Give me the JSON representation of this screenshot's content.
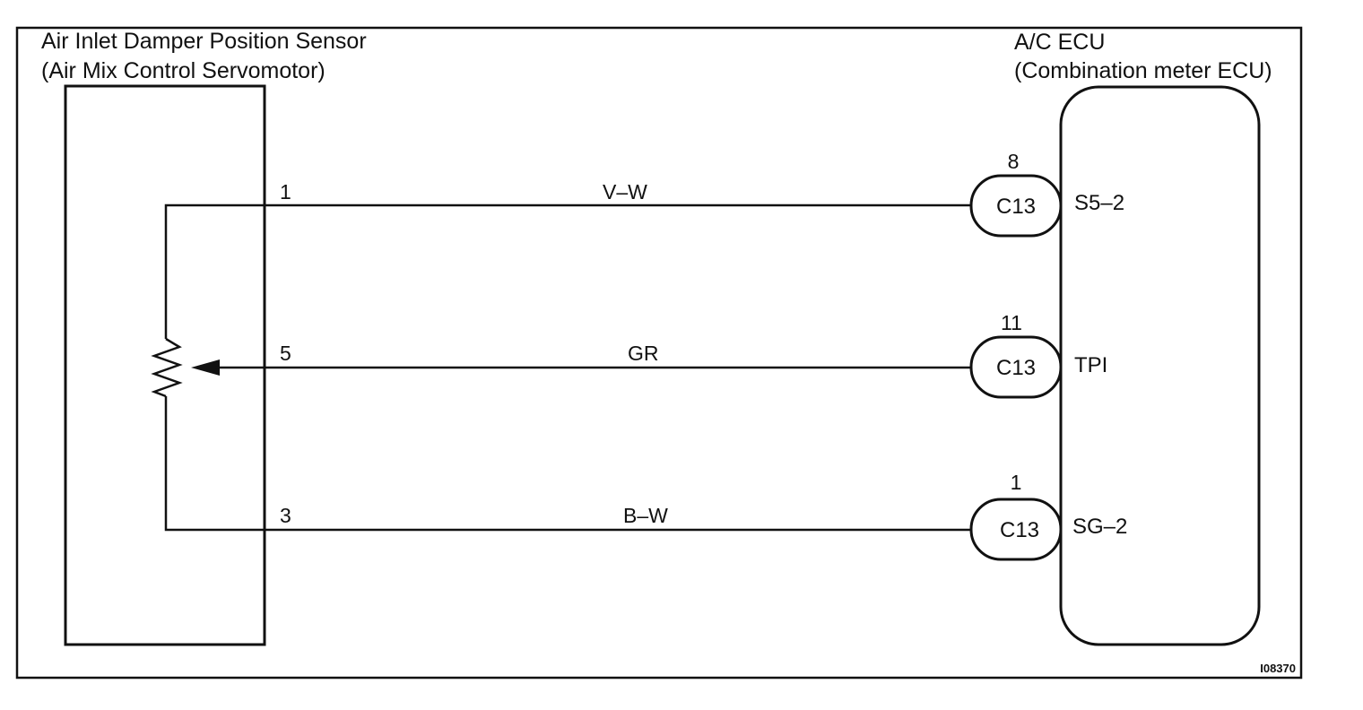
{
  "sensor": {
    "title_line1": "Air Inlet Damper Position Sensor",
    "title_line2": "(Air Mix Control Servomotor)"
  },
  "ecu": {
    "title_line1": "A/C ECU",
    "title_line2": "(Combination meter ECU)"
  },
  "wires": [
    {
      "sensor_pin": "1",
      "color": "V–W",
      "connector": "C13",
      "ecu_pin": "8",
      "ecu_terminal": "S5–2"
    },
    {
      "sensor_pin": "5",
      "color": "GR",
      "connector": "C13",
      "ecu_pin": "11",
      "ecu_terminal": "TPI"
    },
    {
      "sensor_pin": "3",
      "color": "B–W",
      "connector": "C13",
      "ecu_pin": "1",
      "ecu_terminal": "SG–2"
    }
  ],
  "figure_code": "I08370",
  "colors": {
    "ink": "#111111",
    "paper": "#ffffff"
  }
}
